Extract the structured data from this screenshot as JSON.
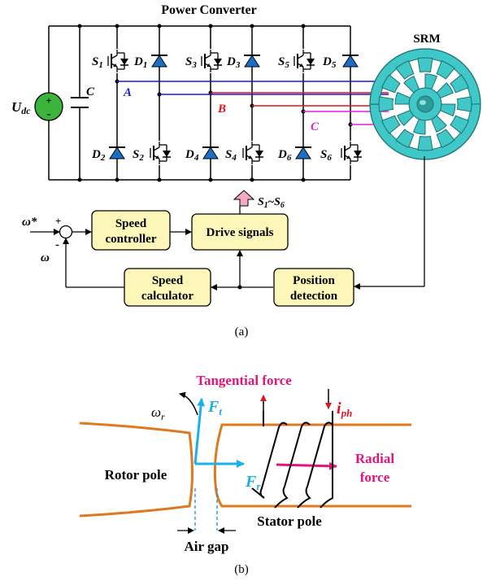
{
  "figure_a": {
    "title": "Power Converter",
    "motor_label": "SRM",
    "source_label_main": "U",
    "source_label_sub": "dc",
    "capacitor_label": "C",
    "plus_sign": "+",
    "minus_sign": "-",
    "switches": [
      {
        "main": "S",
        "sub": "1"
      },
      {
        "main": "S",
        "sub": "2"
      },
      {
        "main": "S",
        "sub": "3"
      },
      {
        "main": "S",
        "sub": "4"
      },
      {
        "main": "S",
        "sub": "5"
      },
      {
        "main": "S",
        "sub": "6"
      }
    ],
    "diodes": [
      {
        "main": "D",
        "sub": "1"
      },
      {
        "main": "D",
        "sub": "2"
      },
      {
        "main": "D",
        "sub": "3"
      },
      {
        "main": "D",
        "sub": "4"
      },
      {
        "main": "D",
        "sub": "5"
      },
      {
        "main": "D",
        "sub": "6"
      }
    ],
    "phases": [
      {
        "label": "A",
        "color": "#1a1ad6"
      },
      {
        "label": "B",
        "color": "#e0141e"
      },
      {
        "label": "C",
        "color": "#e01ee0"
      }
    ],
    "drive_range": {
      "s1": "S",
      "s1_sub": "1",
      "tilde": "~",
      "s6": "S",
      "s6_sub": "6"
    },
    "blocks": {
      "speed_controller": [
        "Speed",
        "controller"
      ],
      "drive_signals": [
        "Drive signals"
      ],
      "speed_calculator": [
        "Speed",
        "calculator"
      ],
      "position_detection": [
        "Position",
        "detection"
      ]
    },
    "omega_ref": "ω*",
    "omega_fb": "ω",
    "sum_plus": "+",
    "sum_minus": "-",
    "caption": "(a)"
  },
  "figure_b": {
    "tangential_force": "Tangential force",
    "ft_main": "F",
    "ft_sub": "t",
    "fr_main": "F",
    "fr_sub": "r",
    "omega_r_main": "ω",
    "omega_r_sub": "r",
    "iph_main": "i",
    "iph_sub": "ph",
    "radial_force_1": "Radial",
    "radial_force_2": "force",
    "rotor_pole": "Rotor pole",
    "stator_pole": "Stator pole",
    "air_gap": "Air gap",
    "caption": "(b)"
  },
  "colors": {
    "block_fill": "#fcf7b8",
    "pole_line": "#e07820",
    "force_blue": "#1ab0e8",
    "force_magenta": "#e0147c",
    "current_red": "#e0141e",
    "arrow_pink": "#f7a8c4",
    "motor_teal": "#40c8c8"
  }
}
